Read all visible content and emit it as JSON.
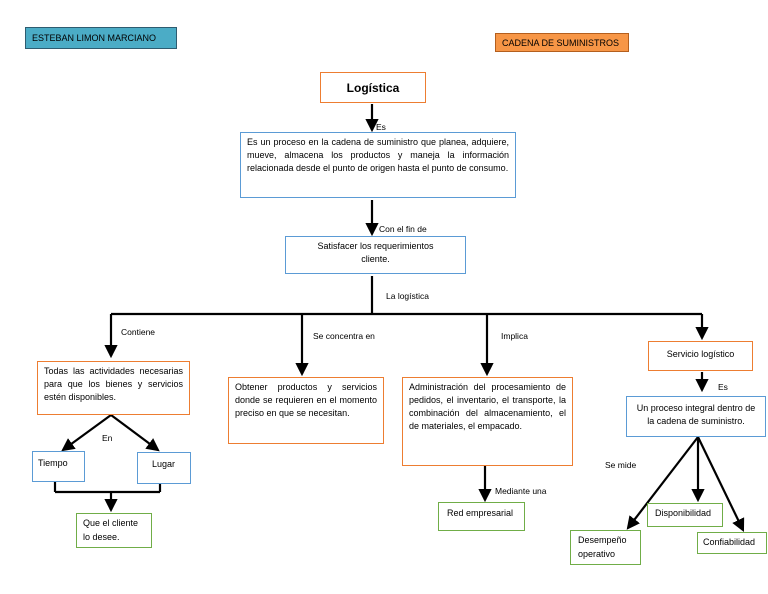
{
  "author": "ESTEBAN LIMON MARCIANO",
  "topic": "CADENA DE SUMINISTROS",
  "title": "Logística",
  "definition": "Es un proceso en la cadena de suministro que planea, adquiere, mueve, almacena los productos y maneja la información relacionada desde el punto de origen hasta el punto de consumo.",
  "purpose": "Satisfacer los requerimientos cliente.",
  "links": {
    "es": "Es",
    "con_el_fin": "Con el fin de",
    "la_logistica": "La logística",
    "contiene": "Contiene",
    "se_concentra": "Se concentra en",
    "implica": "Implica",
    "en": "En",
    "mediante": "Mediante una",
    "es2": "Es",
    "se_mide": "Se mide"
  },
  "branches": {
    "contiene": "Todas las actividades necesarias para que los bienes y servicios estén disponibles.",
    "tiempo": "Tiempo",
    "lugar": "Lugar",
    "cliente": "Que el cliente lo desee.",
    "concentra": "Obtener productos y servicios donde se requieren en el momento preciso en que se necesitan.",
    "implica": "Administración del procesamiento de pedidos, el inventario, el transporte, la combinación del almacenamiento, el de materiales, el empacado.",
    "red": "Red empresarial",
    "servicio": "Servicio logístico",
    "proceso": "Un proceso integral dentro de la cadena de suministro.",
    "desempeno": "Desempeño operativo",
    "disponibilidad": "Disponibilidad",
    "confiabilidad": "Confiabilidad"
  }
}
